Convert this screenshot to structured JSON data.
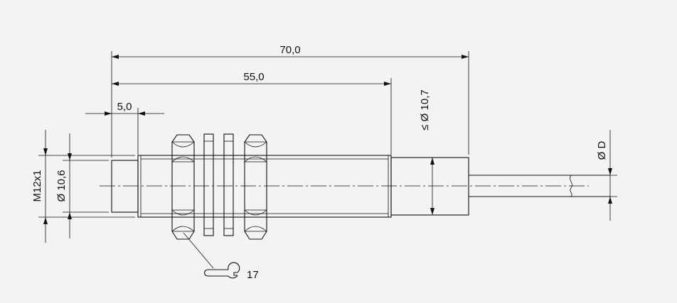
{
  "dimensions": {
    "overall_length": "70,0",
    "thread_length": "55,0",
    "face_offset": "5,0",
    "body_diameter": "≤ Ø 10,7",
    "cable_diameter": "Ø D",
    "thread_size": "M12x1",
    "face_diameter": "Ø 10,6"
  },
  "wrench": {
    "size": "17",
    "icon": "wrench-icon"
  }
}
